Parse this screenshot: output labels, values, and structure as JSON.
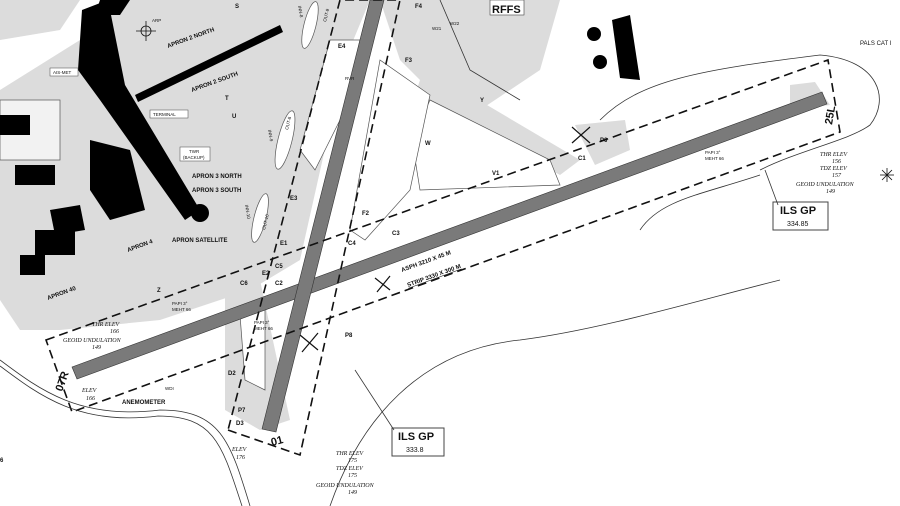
{
  "chart": {
    "runways": [
      {
        "ends": [
          "07R",
          "25L"
        ],
        "surface": "ASPH 3210 X 45 M",
        "strip": "STRIP 3330 X 300 M"
      },
      {
        "ends": [
          "01"
        ]
      }
    ],
    "aprons": [
      "APRON 2 NORTH",
      "APRON 2 SOUTH",
      "APRON 3 NORTH",
      "APRON 3 SOUTH",
      "APRON SATELLITE",
      "APRON 4",
      "APRON 40"
    ],
    "buildings": {
      "terminal": "TERMINAL",
      "twr_backup_1": "TWR",
      "twr_backup_2": "(BACKUP)",
      "ais_met": "AIS-MET",
      "rffs": "RFFS",
      "arp": "ARP"
    },
    "taxiways": [
      "S",
      "T",
      "U",
      "Z",
      "Y",
      "V1",
      "W",
      "E1",
      "E2",
      "E3",
      "E4",
      "F2",
      "F3",
      "F4",
      "C1",
      "C2",
      "C3",
      "C4",
      "C5",
      "C6",
      "D2",
      "D3",
      "P6",
      "P7",
      "P8",
      "W21",
      "W22",
      "INN-8",
      "OUT-8",
      "INN-9",
      "OUT-9",
      "INN-10",
      "OUT-10",
      "RVR",
      "WDI"
    ],
    "ils_gp_25L": {
      "label": "ILS GP",
      "freq": "334.85"
    },
    "ils_gp_01": {
      "label": "ILS GP",
      "freq": "333.8"
    },
    "elev_25L": {
      "thr_label": "THR ELEV",
      "thr": "156",
      "tdz_label": "TDZ ELEV",
      "tdz": "157",
      "geoid_label": "GEOID UNDULATION",
      "geoid": "149"
    },
    "elev_07R": {
      "thr_label": "THR ELEV",
      "thr": "166",
      "geoid_label": "GEOID UNDULATION",
      "geoid": "149",
      "elev_label": "ELEV",
      "elev": "166"
    },
    "elev_01": {
      "thr_label": "THR ELEV",
      "thr": "175",
      "tdz_label": "TDZ ELEV",
      "tdz": "175",
      "geoid_label": "GEOID UNDULATION",
      "geoid": "149",
      "elev_label": "ELEV",
      "elev": "176"
    },
    "papi": [
      "PAPI 3°",
      "MEHT 66"
    ],
    "anemometer": "ANEMOMETER",
    "pals": "PALS CAT I",
    "edge_fragment": "6"
  }
}
